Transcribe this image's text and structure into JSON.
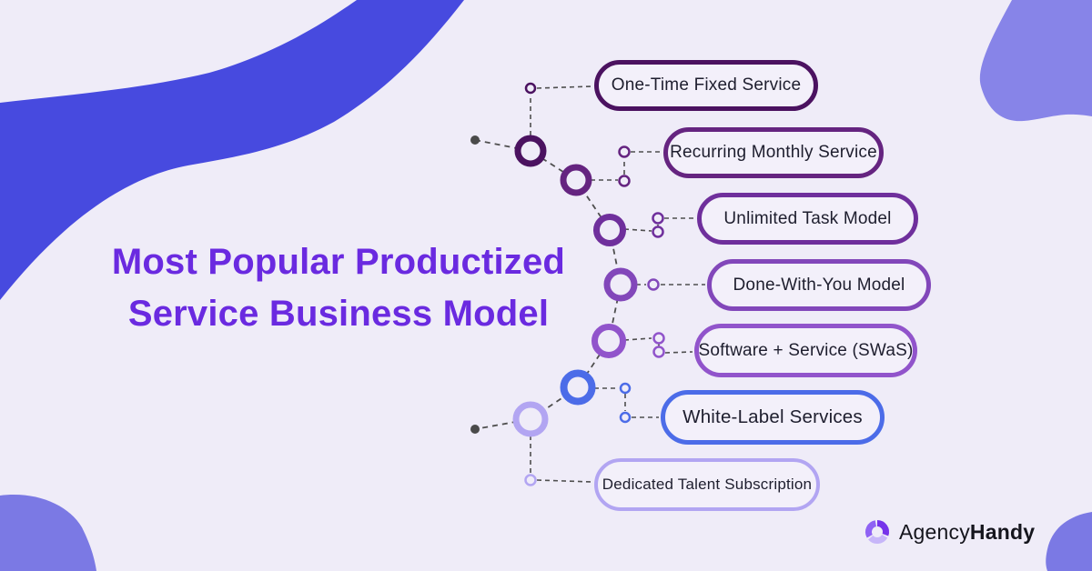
{
  "title": {
    "line1": "Most Popular Productized",
    "line2": "Service Business Model"
  },
  "models": [
    {
      "label": "One-Time Fixed Service",
      "color": "#4b1260"
    },
    {
      "label": "Recurring Monthly Service",
      "color": "#652480"
    },
    {
      "label": "Unlimited Task Model",
      "color": "#6f2f9c"
    },
    {
      "label": "Done-With-You Model",
      "color": "#8247ba"
    },
    {
      "label": "Software + Service (SWaS)",
      "color": "#9154cb"
    },
    {
      "label": "White-Label Services",
      "color": "#4c6ce8"
    },
    {
      "label": "Dedicated Talent Subscription",
      "color": "#b2a5f2"
    }
  ],
  "brand": {
    "name_regular": "Agency",
    "name_bold": "Handy"
  },
  "palette": {
    "background": "#efecf8",
    "wave_blue": "#474adf",
    "blob_periwinkle": "#8784e8",
    "blob_periwinkle_dark": "#7b79e4",
    "title_purple": "#6a2ae0",
    "pill_text": "#1e1e2e",
    "dash_gray": "#4f4f4f",
    "dot_gray": "#4a4a4a",
    "logo_purple_dark": "#7633ea",
    "logo_purple_mid": "#8f62f4",
    "logo_purple_light": "#c7b6f9"
  }
}
